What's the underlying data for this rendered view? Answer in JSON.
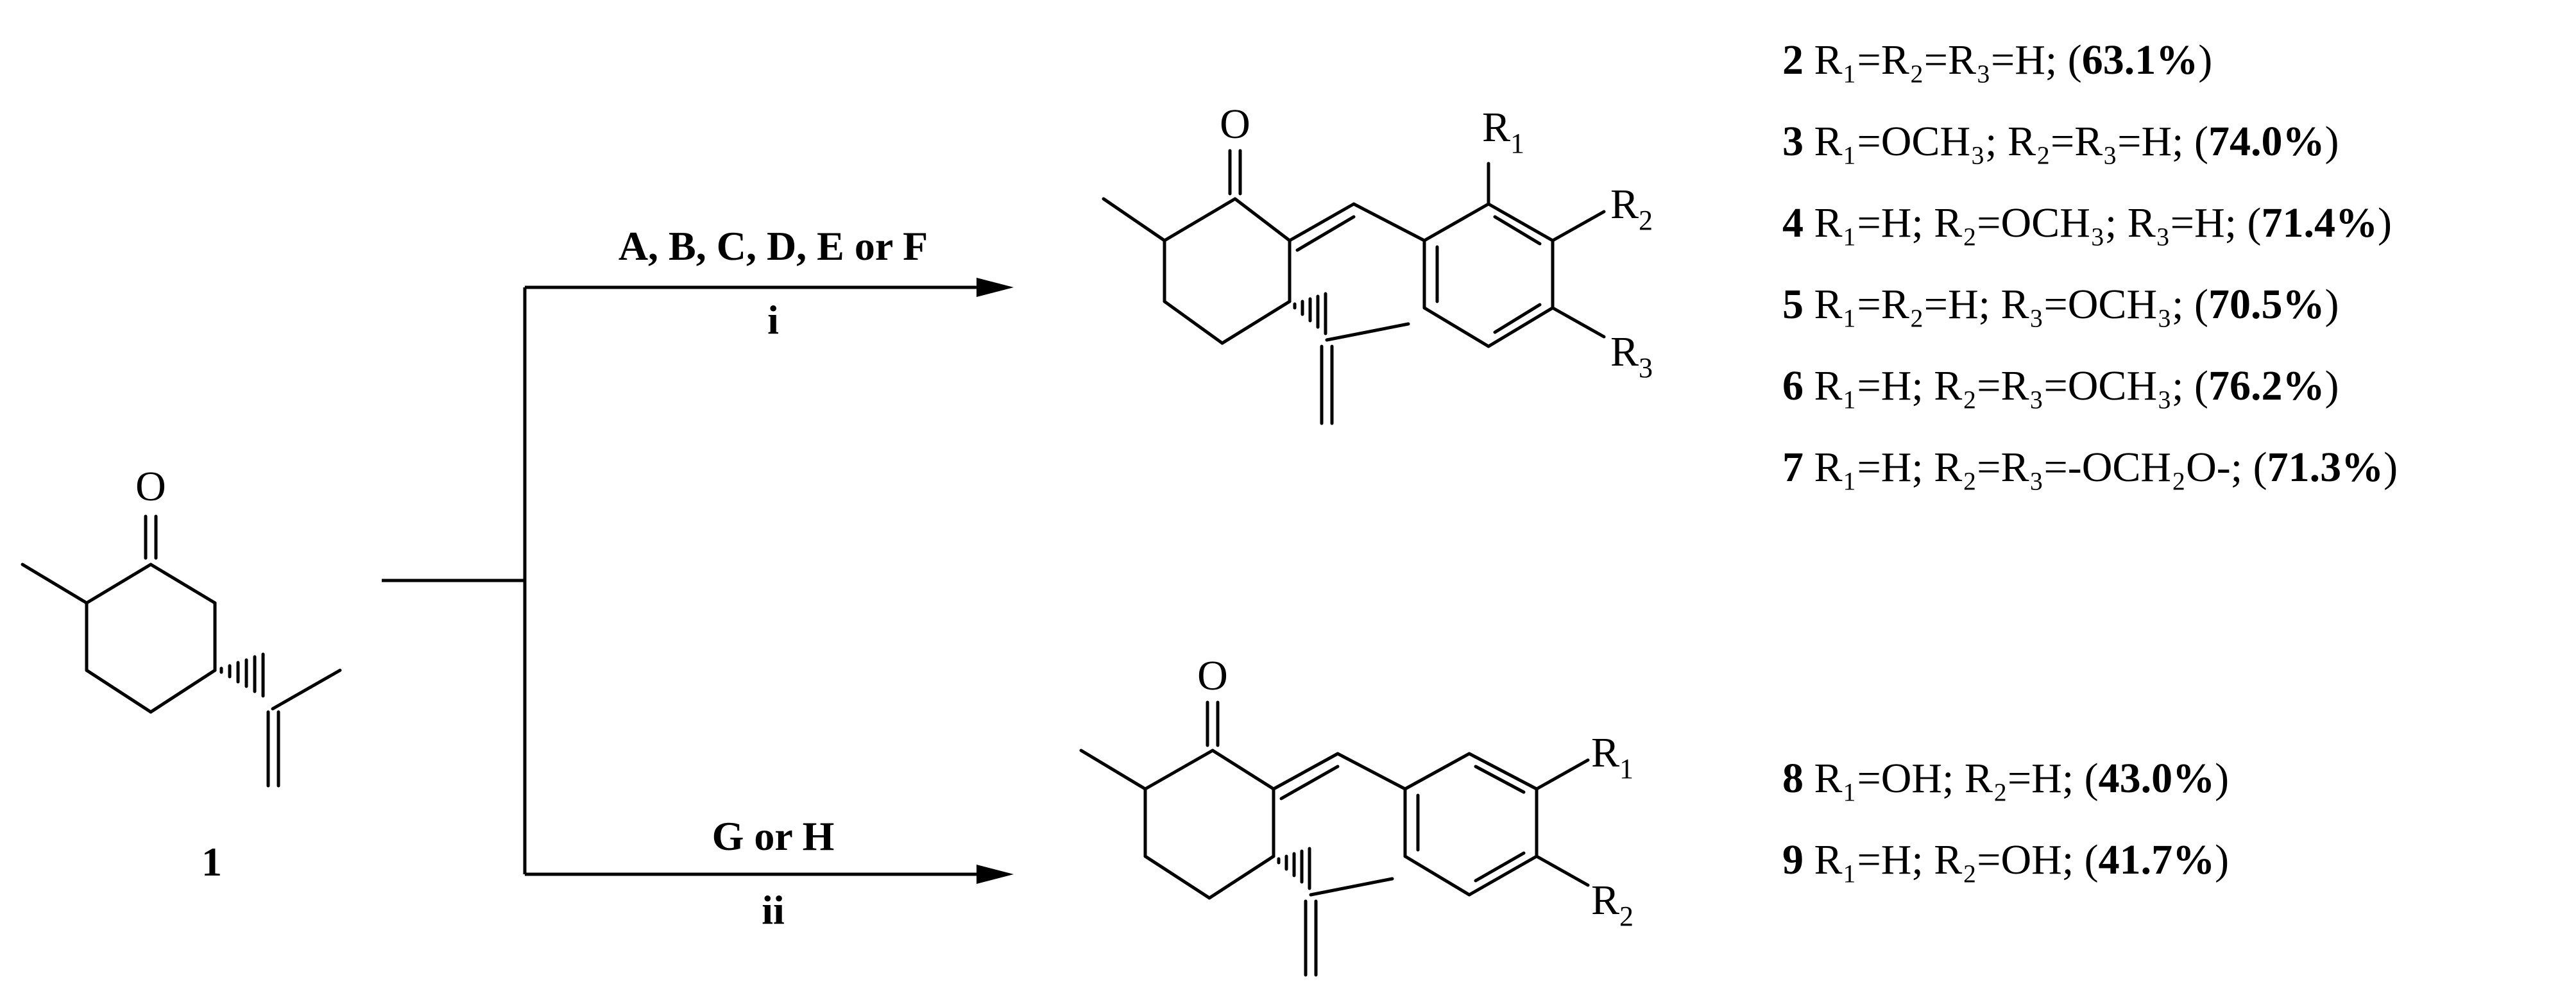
{
  "colors": {
    "ink": "#000000",
    "background": "#ffffff"
  },
  "starting_material": {
    "number": "1",
    "oxygen": "O"
  },
  "routes": {
    "upper": {
      "reagents": "A, B, C, D, E or F",
      "step": "i"
    },
    "lower": {
      "reagents": "G or H",
      "step": "ii"
    }
  },
  "products_upper": {
    "atoms": {
      "oxygen": "O",
      "r1": "R",
      "r1_sub": "1",
      "r2": "R",
      "r2_sub": "2",
      "r3": "R",
      "r3_sub": "3"
    },
    "compounds": [
      {
        "id": "2",
        "text": " R₁=R₂=R₃=H; (",
        "yield": "63.1%",
        "close": ")"
      },
      {
        "id": "3",
        "text": " R₁=OCH₃; R₂=R₃=H; (",
        "yield": "74.0%",
        "close": ")"
      },
      {
        "id": "4",
        "text": " R₁=H; R₂=OCH₃; R₃=H; (",
        "yield": "71.4%",
        "close": ")"
      },
      {
        "id": "5",
        "text": " R₁=R₂=H; R₃=OCH₃; (",
        "yield": "70.5%",
        "close": ")"
      },
      {
        "id": "6",
        "text": " R₁=H; R₂=R₃=OCH₃; (",
        "yield": "76.2%",
        "close": ")"
      },
      {
        "id": "7",
        "text": " R₁=H; R₂=R₃=-OCH₂O-; (",
        "yield": "71.3%",
        "close": ")"
      }
    ]
  },
  "products_lower": {
    "atoms": {
      "oxygen": "O",
      "r1": "R",
      "r1_sub": "1",
      "r2": "R",
      "r2_sub": "2"
    },
    "compounds": [
      {
        "id": "8",
        "text": " R₁=OH; R₂=H; (",
        "yield": "43.0%",
        "close": ")"
      },
      {
        "id": "9",
        "text": " R₁=H; R₂=OH; (",
        "yield": "41.7%",
        "close": ")"
      }
    ]
  }
}
